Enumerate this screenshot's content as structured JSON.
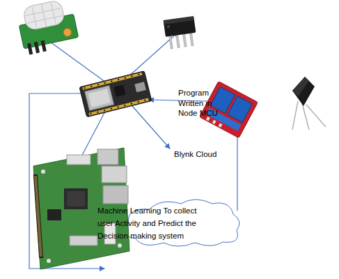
{
  "diagram": {
    "nodes": [
      {
        "text": [
          "Machine Learning To collect user Activity and Predict the Decision making system"
        ]
      }
    ],
    "labels": [
      "Program Written in Node MCU",
      "Blynk Cloud"
    ]
  }
}
